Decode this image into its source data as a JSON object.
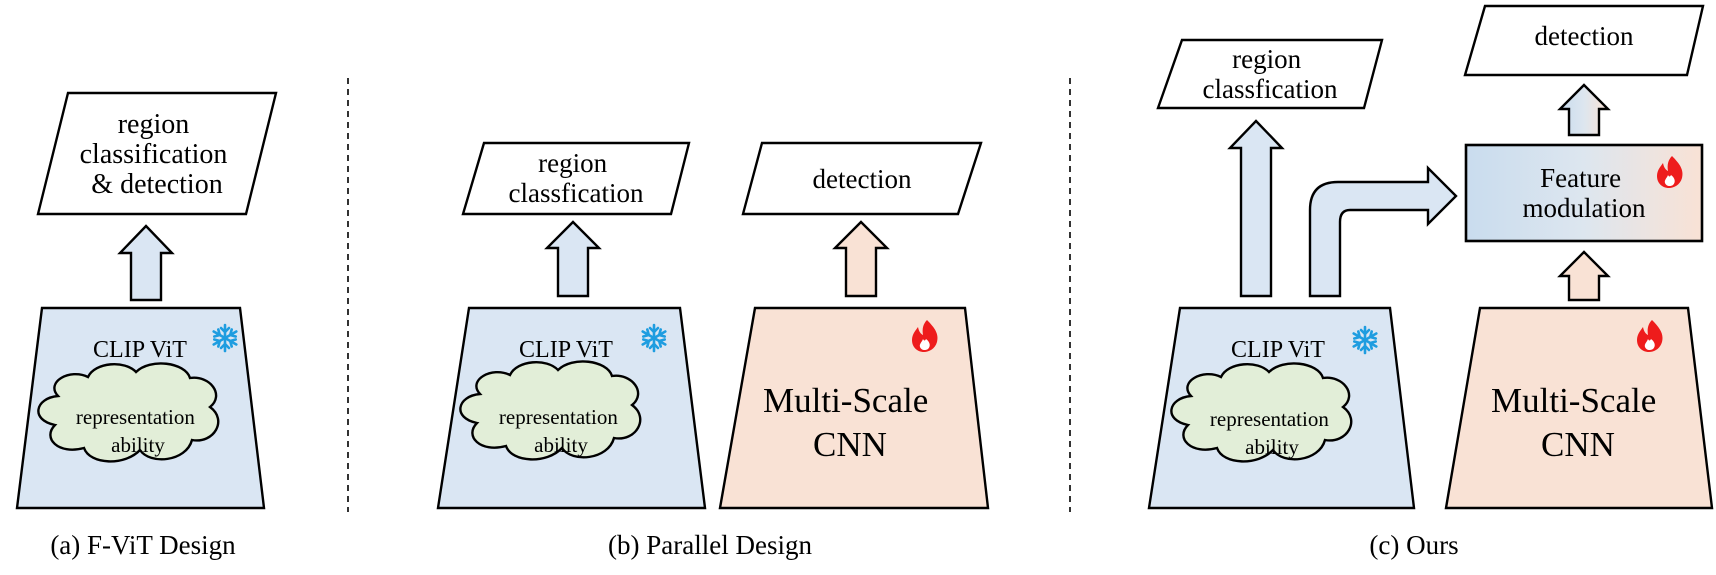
{
  "panels": {
    "a": {
      "caption": "(a) F-ViT Design",
      "output_lines": [
        "region",
        "classification",
        "& detection"
      ],
      "backbone_title": "CLIP ViT",
      "backbone_state_icon": "snowflake-icon",
      "cloud_lines": [
        "representation",
        "ability"
      ]
    },
    "b": {
      "caption": "(b) Parallel Design",
      "vit_output_lines": [
        "region",
        "classfication"
      ],
      "cnn_output_lines": [
        "detection"
      ],
      "backbone_title": "CLIP ViT",
      "backbone_state_icon": "snowflake-icon",
      "cloud_lines": [
        "representation",
        "ability"
      ],
      "cnn_lines": [
        "Multi-Scale",
        "CNN"
      ],
      "cnn_state_icon": "flame-icon"
    },
    "c": {
      "caption": "(c) Ours",
      "vit_output_lines": [
        "region",
        "classfication"
      ],
      "detection_lines": [
        "detection"
      ],
      "modulation_lines": [
        "Feature",
        "modulation"
      ],
      "modulation_state_icon": "flame-icon",
      "backbone_title": "CLIP ViT",
      "backbone_state_icon": "snowflake-icon",
      "cloud_lines": [
        "representation",
        "ability"
      ],
      "cnn_lines": [
        "Multi-Scale",
        "CNN"
      ],
      "cnn_state_icon": "flame-icon"
    }
  },
  "colors": {
    "vit_fill": "#dae6f3",
    "cnn_fill": "#f9e2d5",
    "cloud_fill": "#e2eed8",
    "arrow_blue": "#dae6f3",
    "arrow_peach": "#f9e2d5",
    "snowflake": "#1e9de0",
    "flame": "#ee1c1c"
  }
}
